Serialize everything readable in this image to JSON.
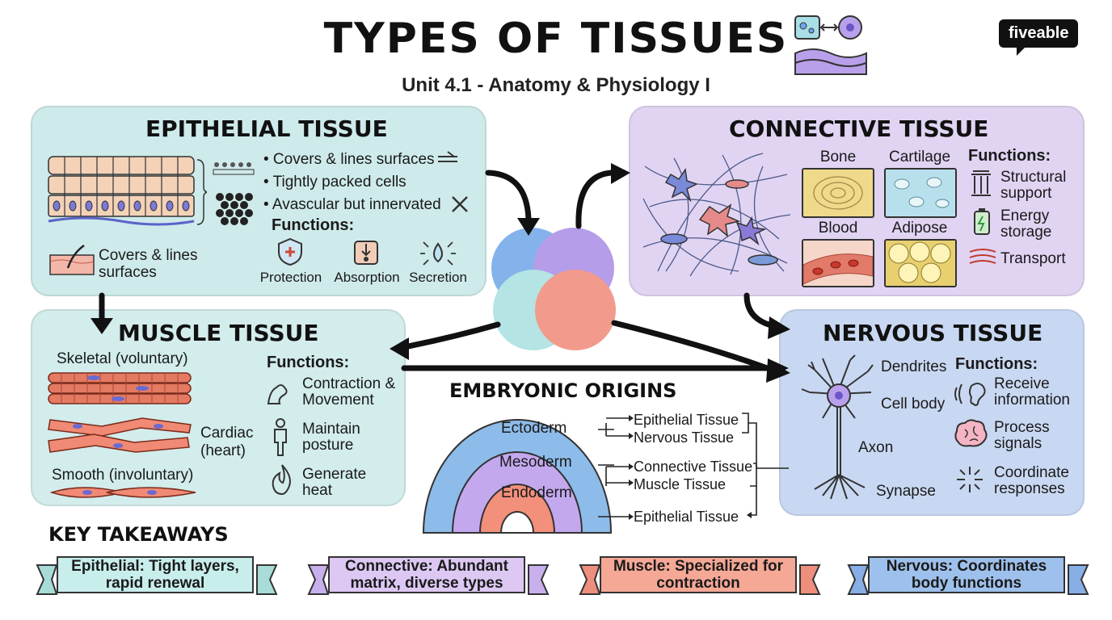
{
  "header": {
    "title": "TYPES OF TISSUES",
    "subtitle": "Unit 4.1 - Anatomy & Physiology I",
    "logo": "fiveable"
  },
  "epithelial": {
    "title": "EPITHELIAL TISSUE",
    "bullets": [
      "• Covers & lines surfaces",
      "• Tightly packed cells",
      "• Avascular but innervated"
    ],
    "functions_label": "Functions:",
    "functions": [
      "Protection",
      "Absorption",
      "Secretion"
    ],
    "skin_label": "Covers & lines surfaces"
  },
  "connective": {
    "title": "CONNECTIVE TISSUE",
    "types": [
      "Bone",
      "Cartilage",
      "Blood",
      "Adipose"
    ],
    "functions_label": "Functions:",
    "functions": [
      "Structural support",
      "Energy storage",
      "Transport"
    ]
  },
  "muscle": {
    "title": "MUSCLE TISSUE",
    "types": [
      "Skeletal (voluntary)",
      "Cardiac (heart)",
      "Smooth (involuntary)"
    ],
    "functions_label": "Functions:",
    "functions": [
      "Contraction & Movement",
      "Maintain posture",
      "Generate heat"
    ]
  },
  "nervous": {
    "title": "NERVOUS TISSUE",
    "parts": [
      "Dendrites",
      "Cell body",
      "Axon",
      "Synapse"
    ],
    "functions_label": "Functions:",
    "functions": [
      "Receive information",
      "Process signals",
      "Coordinate responses"
    ]
  },
  "embryonic": {
    "title": "EMBRYONIC ORIGINS",
    "layers": [
      "Ectoderm",
      "Mesoderm",
      "Endoderm"
    ],
    "outcomes": [
      "Epithelial Tissue",
      "Nervous Tissue",
      "Connective Tissue",
      "Muscle Tissue",
      "Epithelial Tissue"
    ]
  },
  "takeaways": {
    "title": "KEY TAKEAWAYS",
    "items": [
      [
        "Epithelial: Tight layers,",
        "rapid renewal"
      ],
      [
        "Connective: Abundant",
        "matrix, diverse types"
      ],
      [
        "Muscle: Specialized for",
        "contraction"
      ],
      [
        "Nervous: Coordinates",
        "body functions"
      ]
    ]
  },
  "colors": {
    "epithelial": "#cfeaea",
    "connective": "#e1d4f3",
    "muscle": "#d3ecec",
    "nervous": "#c9d8f2",
    "venn_blue": "#6fa6e8",
    "venn_purple": "#a98ce6",
    "venn_teal": "#a8e0e0",
    "venn_red": "#f08a78"
  }
}
